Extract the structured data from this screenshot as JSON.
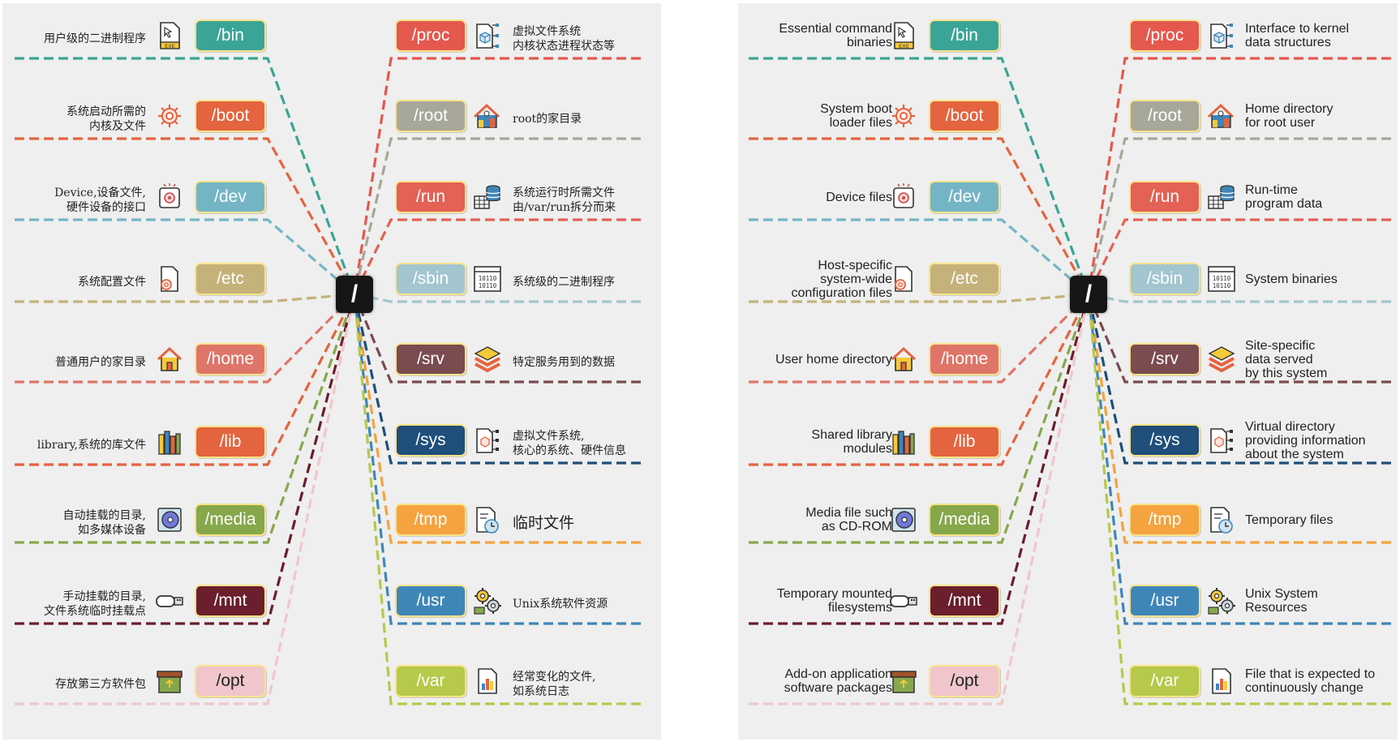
{
  "root_label": "/",
  "dirs": [
    {
      "key": "bin",
      "name": "/bin",
      "color": "#3aa596",
      "cn": "用户级的二进制程序",
      "en": "Essential command\nbinaries",
      "icon": "exe-file-icon"
    },
    {
      "key": "boot",
      "name": "/boot",
      "color": "#e4643f",
      "cn": "系统启动所需的\n内核及文件",
      "en": "System boot\nloader files",
      "icon": "gear-icon"
    },
    {
      "key": "dev",
      "name": "/dev",
      "color": "#74b5c5",
      "cn": "Device,设备文件,\n硬件设备的接口",
      "en": "Device files",
      "icon": "safe-device-icon"
    },
    {
      "key": "etc",
      "name": "/etc",
      "color": "#c5b27a",
      "cn": "系统配置文件",
      "en": "Host-specific\nsystem-wide\nconfiguration files",
      "icon": "config-file-icon"
    },
    {
      "key": "home",
      "name": "/home",
      "color": "#df7568",
      "cn": "普通用户的家目录",
      "en": "User home directory",
      "icon": "home-icon"
    },
    {
      "key": "lib",
      "name": "/lib",
      "color": "#e4643f",
      "cn": "library,系统的库文件",
      "en": "Shared library\nmodules",
      "icon": "books-icon"
    },
    {
      "key": "media",
      "name": "/media",
      "color": "#86a84b",
      "cn": "自动挂载的目录,\n如多媒体设备",
      "en": "Media file such\nas CD-ROM",
      "icon": "cd-rom-icon"
    },
    {
      "key": "mnt",
      "name": "/mnt",
      "color": "#6b1e2c",
      "cn": "手动挂载的目录,\n文件系统临时挂载点",
      "en": "Temporary mounted\nfilesystems",
      "icon": "usb-drive-icon"
    },
    {
      "key": "opt",
      "name": "/opt",
      "color": "#f0c6cc",
      "cn": "存放第三方软件包",
      "en": "Add-on application\nsoftware packages",
      "icon": "package-icon",
      "text_color": "#222222"
    },
    {
      "key": "proc",
      "name": "/proc",
      "color": "#e4584e",
      "cn": "虚拟文件系统\n内核状态进程状态等",
      "en": "Interface to kernel\ndata structures",
      "icon": "virtual-file-icon"
    },
    {
      "key": "root",
      "name": "/root",
      "color": "#a7a79a",
      "cn": "root的家目录",
      "en": "Home directory\nfor root user",
      "icon": "root-home-icon"
    },
    {
      "key": "run",
      "name": "/run",
      "color": "#e36155",
      "cn": "系统运行时所需文件\n由/var/run拆分而来",
      "en": "Run-time\nprogram data",
      "icon": "database-icon"
    },
    {
      "key": "sbin",
      "name": "/sbin",
      "color": "#a3c5d0",
      "cn": "系统级的二进制程序",
      "en": "System binaries",
      "icon": "binary-icon"
    },
    {
      "key": "srv",
      "name": "/srv",
      "color": "#7a4b4f",
      "cn": "特定服务用到的数据",
      "en": "Site-specific\ndata served\nby this system",
      "icon": "layers-icon"
    },
    {
      "key": "sys",
      "name": "/sys",
      "color": "#1f4f7a",
      "cn": "虚拟文件系统,\n核心的系统、硬件信息",
      "en": "Virtual directory\nproviding information\nabout the system",
      "icon": "system-file-icon"
    },
    {
      "key": "tmp",
      "name": "/tmp",
      "color": "#f4a33f",
      "cn": "临时文件",
      "en": "Temporary files",
      "icon": "temp-file-icon"
    },
    {
      "key": "usr",
      "name": "/usr",
      "color": "#3f86b8",
      "cn": "Unix系统软件资源",
      "en": "Unix System\nResources",
      "icon": "gears-icon"
    },
    {
      "key": "var",
      "name": "/var",
      "color": "#b6c94a",
      "cn": "经常变化的文件,\n如系统日志",
      "en": "File that is expected to\ncontinuously change",
      "icon": "chart-file-icon"
    }
  ]
}
